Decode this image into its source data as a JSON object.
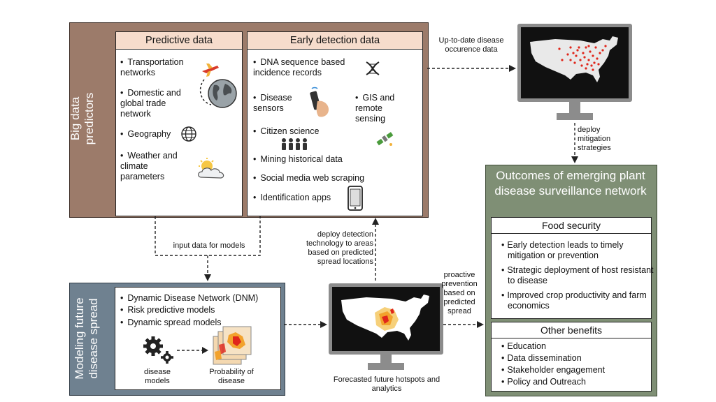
{
  "big_data": {
    "side_label": "Big data predictors",
    "predictive": {
      "title": "Predictive data",
      "items": [
        "Transportation networks",
        "Domestic and global trade network",
        "Geography",
        "Weather and climate parameters"
      ]
    },
    "early_detection": {
      "title": "Early detection data",
      "items": [
        "DNA sequence based incidence records",
        "Disease sensors",
        "GIS and remote sensing",
        "Citizen science",
        "Mining historical data",
        "Social media web scraping",
        "Identification apps"
      ]
    }
  },
  "modeling": {
    "side_label": "Modeling future disease spread",
    "items": [
      "Dynamic Disease Network (DNM)",
      "Risk predictive models",
      "Dynamic spread models"
    ],
    "gear_caption": "disease models",
    "prob_caption": "Probability of disease"
  },
  "arrows": {
    "up_to_date": "Up-to-date disease occurence data",
    "deploy_mitigation": "deploy mitigation strategies",
    "input_data": "input data for models",
    "deploy_detection": "deploy detection technology to areas based on predicted spread locations",
    "proactive": "proactive prevention based on predicted spread"
  },
  "forecast_caption": "Forecasted future hotspots and analytics",
  "outcomes": {
    "title": "Outcomes of emerging plant disease surveillance network",
    "food_security": {
      "title": "Food security",
      "items": [
        "Early detection leads to timely mitigation or prevention",
        "Strategic deployment of host resistant to disease",
        "Improved crop productivity and farm economics"
      ]
    },
    "other": {
      "title": "Other benefits",
      "items": [
        "Education",
        "Data dissemination",
        "Stakeholder engagement",
        "Policy and Outreach"
      ]
    }
  },
  "icons": [
    "airplane-icon",
    "globe-icon",
    "wireframe-globe-icon",
    "sun-cloud-icon",
    "dna-icon",
    "sensor-icon",
    "satellite-icon",
    "people-icon",
    "smartphone-icon",
    "gears-icon",
    "heatmap-stack-icon"
  ],
  "colors": {
    "big_data_bg": "#9c7b6a",
    "header_bg": "#f6dccc",
    "outcomes_bg": "#7f8f75",
    "modeling_bg": "#6f8190",
    "hotspot_red": "#e0261b",
    "hotspot_orange": "#f2a22d"
  }
}
